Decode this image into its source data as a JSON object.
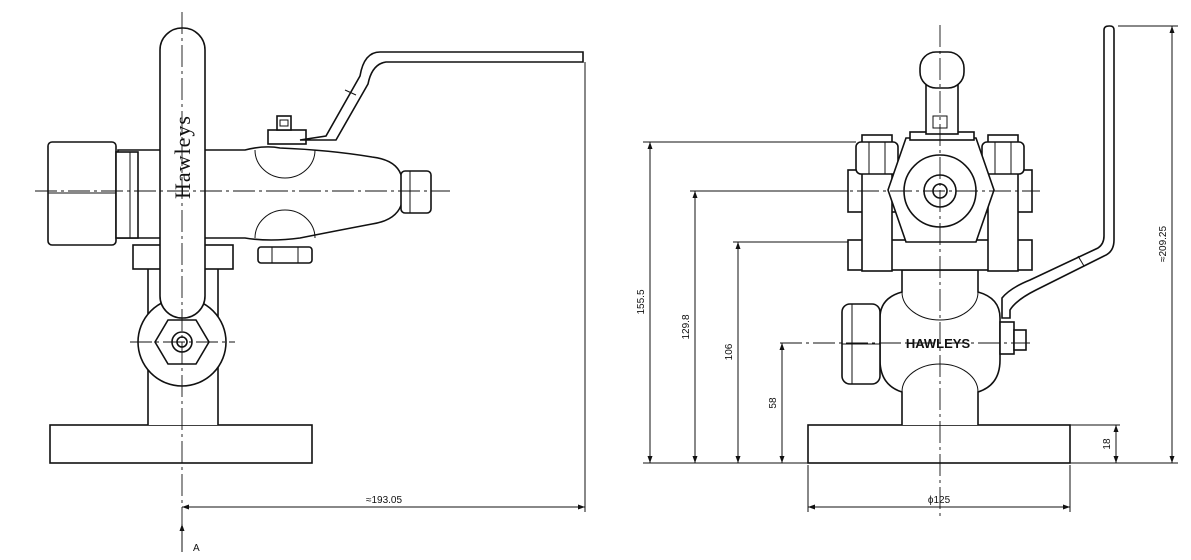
{
  "side_view": {
    "brand_text": "Hawleys",
    "width_dim": "≈193.05",
    "section_label": "A"
  },
  "front_view": {
    "brand_text": "HAWLEYS",
    "dims": {
      "overall_height": "≈209.25",
      "height_155": "155.5",
      "height_129": "129.8",
      "height_106": "106",
      "height_58": "58",
      "base_thickness": "18",
      "base_diameter": "ϕ125"
    }
  }
}
